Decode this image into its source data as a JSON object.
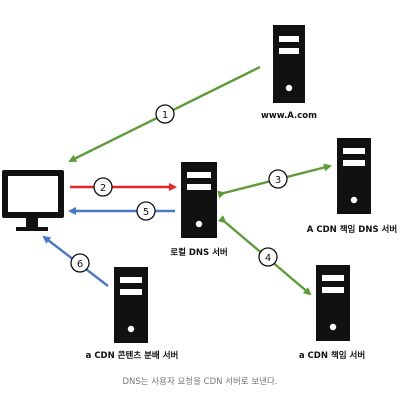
{
  "nodes": {
    "www_label": "www.A.com",
    "local_dns_label": "로컬 DNS 서버",
    "a_cdn_dns_label": "A CDN 책임 DNS 서버",
    "a_cdn_server_label": "a CDN 책임 서버",
    "a_cdn_content_label": "a CDN 콘텐츠 분배 서버"
  },
  "steps": [
    "1",
    "2",
    "3",
    "4",
    "5",
    "6"
  ],
  "caption": "DNS는 사용자 요청을 CDN 서버로 보낸다.",
  "colors": {
    "green": "#5f9b3a",
    "red": "#e5262b",
    "blue": "#4a78c4",
    "black": "#111111"
  }
}
